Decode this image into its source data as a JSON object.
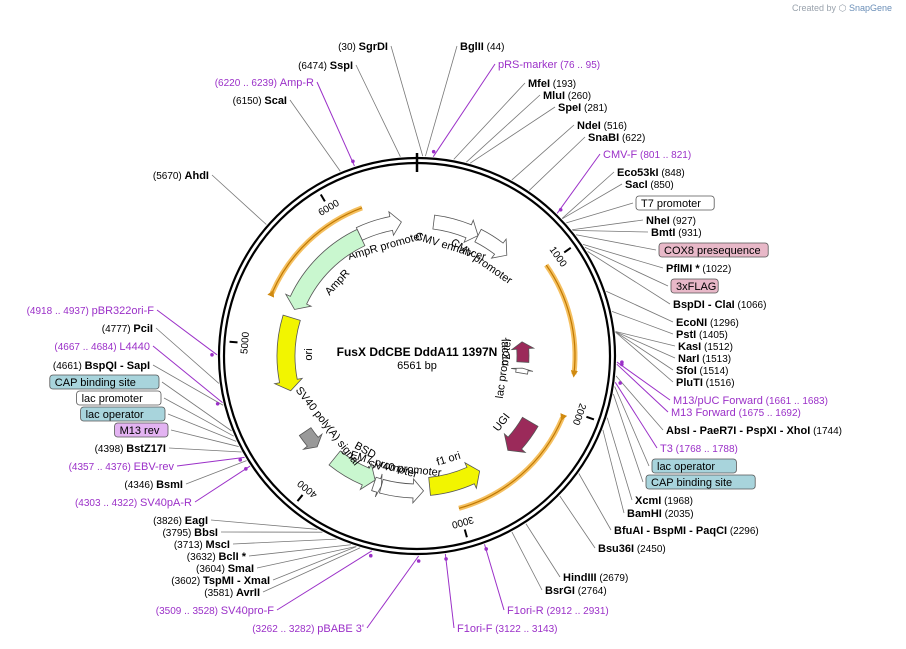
{
  "credit": {
    "prefix": "Created by",
    "brand": "SnapGene"
  },
  "plasmid": {
    "name": "FusX DdCBE DddA11 1397N",
    "size_label": "6561 bp",
    "length": 6561
  },
  "ticks": [
    "1000",
    "2000",
    "3000",
    "4000",
    "5000",
    "6000"
  ],
  "features": [
    {
      "label": "AmpR promoter",
      "start": 6100,
      "end": 6440,
      "ring": "inner1",
      "color": "#ffffff",
      "strand": 1
    },
    {
      "label": "AmpR",
      "start": 5300,
      "end": 6100,
      "ring": "inner2",
      "color": "#c9f7cf",
      "strand": -1
    },
    {
      "label": "ori",
      "start": 4640,
      "end": 5230,
      "ring": "inner2",
      "color": "#f2f500",
      "strand": -1
    },
    {
      "label": "CMV enhancer",
      "start": 130,
      "end": 490,
      "ring": "inner1",
      "color": "#ffffff",
      "strand": 1
    },
    {
      "label": "CMV promoter",
      "start": 490,
      "end": 760,
      "ring": "inner1",
      "color": "#ffffff",
      "strand": 1
    },
    {
      "label": "lacZα",
      "start": 1500,
      "end": 1700,
      "ring": "inner3",
      "color": "#9b2a5a",
      "strand": -1
    },
    {
      "label": "lac promoter",
      "start": 1760,
      "end": 1810,
      "ring": "inner3",
      "color": "#ffffff",
      "strand": -1
    },
    {
      "label": "UGI",
      "start": 2190,
      "end": 2480,
      "ring": "inner2",
      "color": "#9b2a5a",
      "strand": 1
    },
    {
      "label": "f1 ori",
      "start": 2760,
      "end": 3180,
      "ring": "inner2",
      "color": "#f2f500",
      "strand": -1
    },
    {
      "label": "SV40 promoter",
      "start": 3230,
      "end": 3560,
      "ring": "inner1",
      "color": "#ffffff",
      "strand": -1
    },
    {
      "label": "EM7 promoter",
      "start": 3560,
      "end": 3620,
      "ring": "inner1",
      "color": "#ffffff",
      "strand": -1
    },
    {
      "label": "BSD",
      "start": 3620,
      "end": 3990,
      "ring": "inner2",
      "color": "#c9f7cf",
      "strand": -1
    },
    {
      "label": "SV40 poly(A) signal",
      "start": 4150,
      "end": 4300,
      "ring": "inner1",
      "color": "#999999",
      "strand": -1
    }
  ],
  "orfs": [
    {
      "start": 1000,
      "end": 1760,
      "strand": 1
    },
    {
      "start": 2060,
      "end": 3000,
      "strand": -1
    },
    {
      "start": 5350,
      "end": 6190,
      "strand": -1
    }
  ],
  "labels": [
    {
      "kind": "enzyme",
      "name": "SgrDI",
      "num": "(30)",
      "tag": "1"
    },
    {
      "kind": "enzyme",
      "name": "BglII",
      "num": "(44)",
      "tag": "2"
    },
    {
      "kind": "primer",
      "name": "pRS-marker",
      "num": "(76 .. 95)",
      "tag": "3"
    },
    {
      "kind": "enzyme",
      "name": "MfeI",
      "num": "(193)",
      "tag": "4"
    },
    {
      "kind": "enzyme",
      "name": "MluI",
      "num": "(260)",
      "tag": "5"
    },
    {
      "kind": "enzyme",
      "name": "SpeI",
      "num": "(281)",
      "tag": "6"
    },
    {
      "kind": "enzyme",
      "name": "NdeI",
      "num": "(516)",
      "tag": "7"
    },
    {
      "kind": "enzyme",
      "name": "SnaBI",
      "num": "(622)",
      "tag": "8"
    },
    {
      "kind": "primer",
      "name": "CMV-F",
      "num": "(801 .. 821)",
      "tag": "9"
    },
    {
      "kind": "enzyme",
      "name": "Eco53kI",
      "num": "(848)",
      "tag": "10"
    },
    {
      "kind": "enzyme",
      "name": "SacI",
      "num": "(850)",
      "tag": "11"
    },
    {
      "kind": "box",
      "name": "T7 promoter",
      "num": "",
      "tag": "12"
    },
    {
      "kind": "enzyme",
      "name": "NheI",
      "num": "(927)",
      "tag": "13"
    },
    {
      "kind": "enzyme",
      "name": "BmtI",
      "num": "(931)",
      "tag": "14"
    },
    {
      "kind": "box",
      "name": "COX8 presequence",
      "num": "",
      "tag": "15"
    },
    {
      "kind": "enzyme",
      "name": "PflMI *",
      "num": "(1022)",
      "tag": "16"
    },
    {
      "kind": "box",
      "name": "3xFLAG",
      "num": "",
      "tag": "17"
    },
    {
      "kind": "enzyme",
      "name": "BspDI",
      "name2": "ClaI",
      "num": "(1066)",
      "tag": "18"
    },
    {
      "kind": "enzyme",
      "name": "EcoNI",
      "num": "(1296)",
      "tag": "19"
    },
    {
      "kind": "enzyme",
      "name": "PstI",
      "num": "(1405)",
      "tag": "20"
    },
    {
      "kind": "enzyme",
      "name": "KasI",
      "num": "(1512)",
      "tag": "21"
    },
    {
      "kind": "enzyme",
      "name": "NarI",
      "num": "(1513)",
      "tag": "22"
    },
    {
      "kind": "enzyme",
      "name": "SfoI",
      "num": "(1514)",
      "tag": "23"
    },
    {
      "kind": "enzyme",
      "name": "PluTI",
      "num": "(1516)",
      "tag": "24"
    },
    {
      "kind": "primer",
      "name": "M13/pUC Forward",
      "num": "(1661 .. 1683)",
      "tag": "25"
    },
    {
      "kind": "primer",
      "name": "M13 Forward",
      "num": "(1675 .. 1692)",
      "tag": "26"
    },
    {
      "kind": "enzyme",
      "name": "AbsI",
      "name2": "PaeR7I",
      "name3": "PspXI",
      "name4": "XhoI",
      "num": "(1744)",
      "tag": "27"
    },
    {
      "kind": "primer",
      "name": "T3",
      "num": "(1768 .. 1788)",
      "tag": "28"
    },
    {
      "kind": "box",
      "name": "lac operator",
      "num": "",
      "tag": "29"
    },
    {
      "kind": "box",
      "name": "CAP binding site",
      "num": "",
      "tag": "30"
    },
    {
      "kind": "enzyme",
      "name": "XcmI",
      "num": "(1968)",
      "tag": "31"
    },
    {
      "kind": "enzyme",
      "name": "BamHI",
      "num": "(2035)",
      "tag": "32"
    },
    {
      "kind": "enzyme",
      "name": "BfuAI",
      "name2": "BspMI",
      "name3": "PaqCI",
      "num": "(2296)",
      "tag": "33"
    },
    {
      "kind": "enzyme",
      "name": "Bsu36I",
      "num": "(2450)",
      "tag": "34"
    },
    {
      "kind": "enzyme",
      "name": "HindIII",
      "num": "(2679)",
      "tag": "35"
    },
    {
      "kind": "enzyme",
      "name": "BsrGI",
      "num": "(2764)",
      "tag": "36"
    },
    {
      "kind": "primer",
      "name": "F1ori-R",
      "num": "(2912 .. 2931)",
      "tag": "37"
    },
    {
      "kind": "primer",
      "name": "F1ori-F",
      "num": "(3122 .. 3143)",
      "tag": "38"
    },
    {
      "kind": "primer",
      "name": "pBABE 3'",
      "num": "(3262 .. 3282)",
      "tag": "39"
    },
    {
      "kind": "primer",
      "name": "SV40pro-F",
      "num": "(3509 .. 3528)",
      "tag": "40"
    },
    {
      "kind": "enzyme",
      "name": "AvrII",
      "num": "(3581)",
      "tag": "41"
    },
    {
      "kind": "enzyme",
      "name": "TspMI",
      "name2": "XmaI",
      "num": "(3602)",
      "tag": "42"
    },
    {
      "kind": "enzyme",
      "name": "SmaI",
      "num": "(3604)",
      "tag": "43"
    },
    {
      "kind": "enzyme",
      "name": "BclI *",
      "num": "(3632)",
      "tag": "44"
    },
    {
      "kind": "enzyme",
      "name": "MscI",
      "num": "(3713)",
      "tag": "45"
    },
    {
      "kind": "enzyme",
      "name": "BbsI",
      "num": "(3795)",
      "tag": "46"
    },
    {
      "kind": "enzyme",
      "name": "EagI",
      "num": "(3826)",
      "tag": "47"
    },
    {
      "kind": "primer",
      "name": "SV40pA-R",
      "num": "(4303 .. 4322)",
      "tag": "48"
    },
    {
      "kind": "enzyme",
      "name": "BsmI",
      "num": "(4346)",
      "tag": "49"
    },
    {
      "kind": "primer",
      "name": "EBV-rev",
      "num": "(4357 .. 4376)",
      "tag": "50"
    },
    {
      "kind": "enzyme",
      "name": "BstZ17I",
      "num": "(4398)",
      "tag": "51"
    },
    {
      "kind": "box",
      "name": "M13 rev",
      "num": "",
      "tag": "52"
    },
    {
      "kind": "box",
      "name": "lac operator",
      "num": "",
      "tag": "53"
    },
    {
      "kind": "box",
      "name": "lac promoter",
      "num": "",
      "tag": "54"
    },
    {
      "kind": "box",
      "name": "CAP binding site",
      "num": "",
      "tag": "55"
    },
    {
      "kind": "enzyme",
      "name": "BspQI",
      "name2": "SapI",
      "num": "(4661)",
      "tag": "56"
    },
    {
      "kind": "primer",
      "name": "L4440",
      "num": "(4667 .. 4684)",
      "tag": "57"
    },
    {
      "kind": "enzyme",
      "name": "PciI",
      "num": "(4777)",
      "tag": "58"
    },
    {
      "kind": "primer",
      "name": "pBR322ori-F",
      "num": "(4918 .. 4937)",
      "tag": "59"
    },
    {
      "kind": "enzyme",
      "name": "AhdI",
      "num": "(5670)",
      "tag": "60"
    },
    {
      "kind": "enzyme",
      "name": "ScaI",
      "num": "(6150)",
      "tag": "61"
    },
    {
      "kind": "primer",
      "name": "Amp-R",
      "num": "(6220 .. 6239)",
      "tag": "62"
    },
    {
      "kind": "enzyme",
      "name": "SspI",
      "num": "(6474)",
      "tag": "63"
    }
  ],
  "colors": {
    "primer": "#9b30c8",
    "box_white": "#ffffff",
    "box_pink": "#e8b8c8",
    "box_blue": "#a8d4dc",
    "box_violet": "#e3b3f2",
    "orf": "#f5a623"
  }
}
